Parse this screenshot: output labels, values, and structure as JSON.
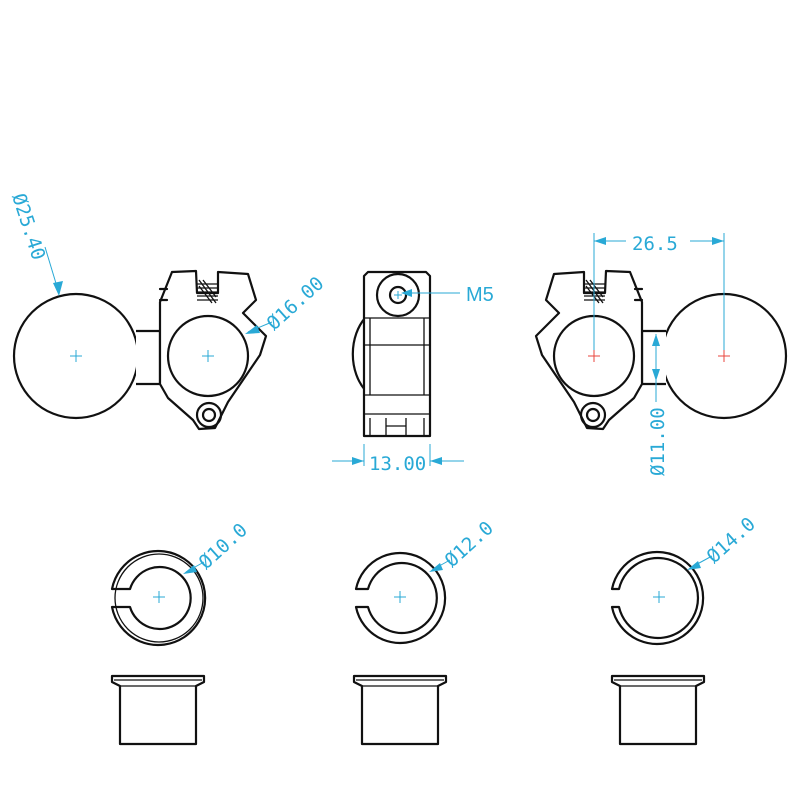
{
  "dimensions": {
    "ball_diameter": "Ø25.40",
    "clamp_bore": "Ø16.00",
    "screw_thread": "M5",
    "clamp_width": "13.00",
    "center_distance": "26.5",
    "neck_diameter": "Ø11.00",
    "spacer_small": "Ø10.0",
    "spacer_medium": "Ø12.0",
    "spacer_large": "Ø14.0"
  },
  "colors": {
    "outline": "#111111",
    "dimension": "#29a9d6",
    "center_mark_alt": "#e8453c"
  }
}
